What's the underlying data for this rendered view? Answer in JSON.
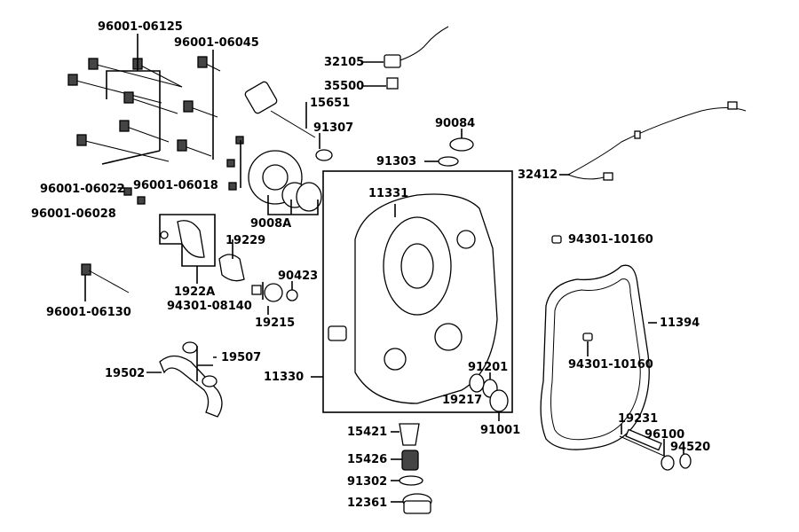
{
  "labels": {
    "l96001_06125": "96001-06125",
    "l96001_06045": "96001-06045",
    "l32105": "32105",
    "l35500": "35500",
    "l15651": "15651",
    "l91307": "91307",
    "l90084": "90084",
    "l91303": "91303",
    "l32412": "32412",
    "l96001_06022": "96001-06022",
    "l96001_06018": "96001-06018",
    "l96001_06028": "96001-06028",
    "l9008A": "9008A",
    "l11331": "11331",
    "l19229": "19229",
    "l94301_10160a": "94301-10160",
    "l90423": "90423",
    "l1922A": "1922A",
    "l94301_08140": "94301-08140",
    "l19215": "19215",
    "l96001_06130": "96001-06130",
    "l11394": "11394",
    "l19507": "19507",
    "l19502": "19502",
    "l94301_10160b": "94301-10160",
    "l91201": "91201",
    "l11330": "11330",
    "l19217": "19217",
    "l91001": "91001",
    "l19231": "19231",
    "l15421": "15421",
    "l96100": "96100",
    "l94520": "94520",
    "l15426": "15426",
    "l91302": "91302",
    "l12361": "12361"
  }
}
